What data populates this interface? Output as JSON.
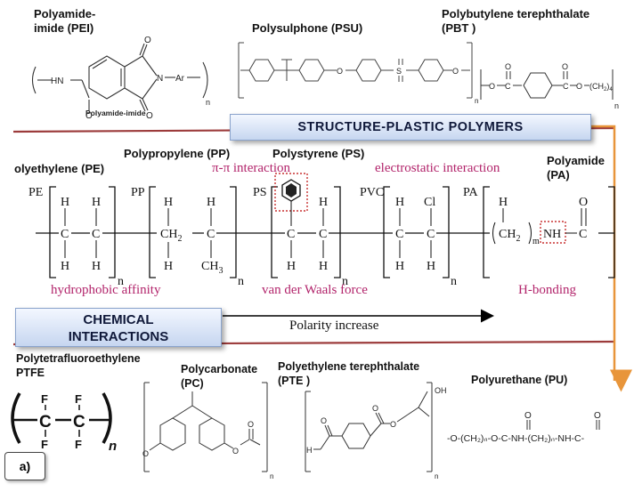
{
  "top_polymers": {
    "pei": {
      "name_line1": "Polyamide-",
      "name_line2": "imide (PEI)",
      "caption": "Polyamide-imide",
      "hn": "HN",
      "ar": "Ar",
      "n": "n",
      "n_atom": "N",
      "o": "O"
    },
    "psu": {
      "name": "Polysulphone (PSU)",
      "s": "S",
      "o": "O",
      "n": "n"
    },
    "pbt": {
      "name_line1": "Polybutylene terephthalate",
      "name_line2": "(PBT )",
      "o": "O",
      "c": "C",
      "ch2": "(CH",
      "sub2": "2",
      "sub4": "4",
      "n": "n"
    }
  },
  "banners": {
    "structure": "STRUCTURE-PLASTIC POLYMERS",
    "chemical_line1": "CHEMICAL",
    "chemical_line2": "INTERACTIONS"
  },
  "middle_polymers": {
    "pe": {
      "name": "olyethylene (PE)",
      "tag": "PE"
    },
    "pp": {
      "name": "Polypropylene (PP)",
      "tag": "PP"
    },
    "ps": {
      "name": "Polystyrene (PS)",
      "tag": "PS"
    },
    "pvc": {
      "tag": "PVC"
    },
    "pa": {
      "name_line1": "Polyamide",
      "name_line2": "(PA)",
      "tag": "PA"
    }
  },
  "atoms": {
    "h": "H",
    "c": "C",
    "cl": "Cl",
    "o": "O",
    "ch": "CH",
    "nh": "NH",
    "sub2": "2",
    "sub3": "3",
    "n": "n",
    "m": "m"
  },
  "interactions": {
    "pi_pi": "π-π interaction",
    "electrostatic": "electrostatic interaction",
    "hydrophobic": "hydrophobic affinity",
    "vdw": "van der Waals force",
    "hbond": "H-bonding",
    "polarity": "Polarity increase"
  },
  "bottom_polymers": {
    "ptfe": {
      "name_line1": "Polytetrafluoroethylene",
      "name_line2": "PTFE",
      "f": "F",
      "c": "C",
      "n": "n"
    },
    "pc": {
      "name_line1": "Polycarbonate",
      "name_line2": "(PC)",
      "o": "O",
      "n": "n"
    },
    "pte": {
      "name_line1": "Polyethylene terephthalate",
      "name_line2": "(PTE )",
      "oh": "OH",
      "h": "H",
      "o": "O",
      "n": "n"
    },
    "pu": {
      "name": "Polyurethane (PU)",
      "formula": "-O-(CH₂)ₙ-O-C-NH-(CH₂)ₙ-NH-C-",
      "o": "O"
    }
  },
  "panel_label": "a)",
  "colors": {
    "divider": "#9c3b3b",
    "arrow_orange": "#e8953a",
    "pink_text": "#b2246b",
    "banner_text": "#10193a",
    "highlight_box": "#c83232"
  }
}
